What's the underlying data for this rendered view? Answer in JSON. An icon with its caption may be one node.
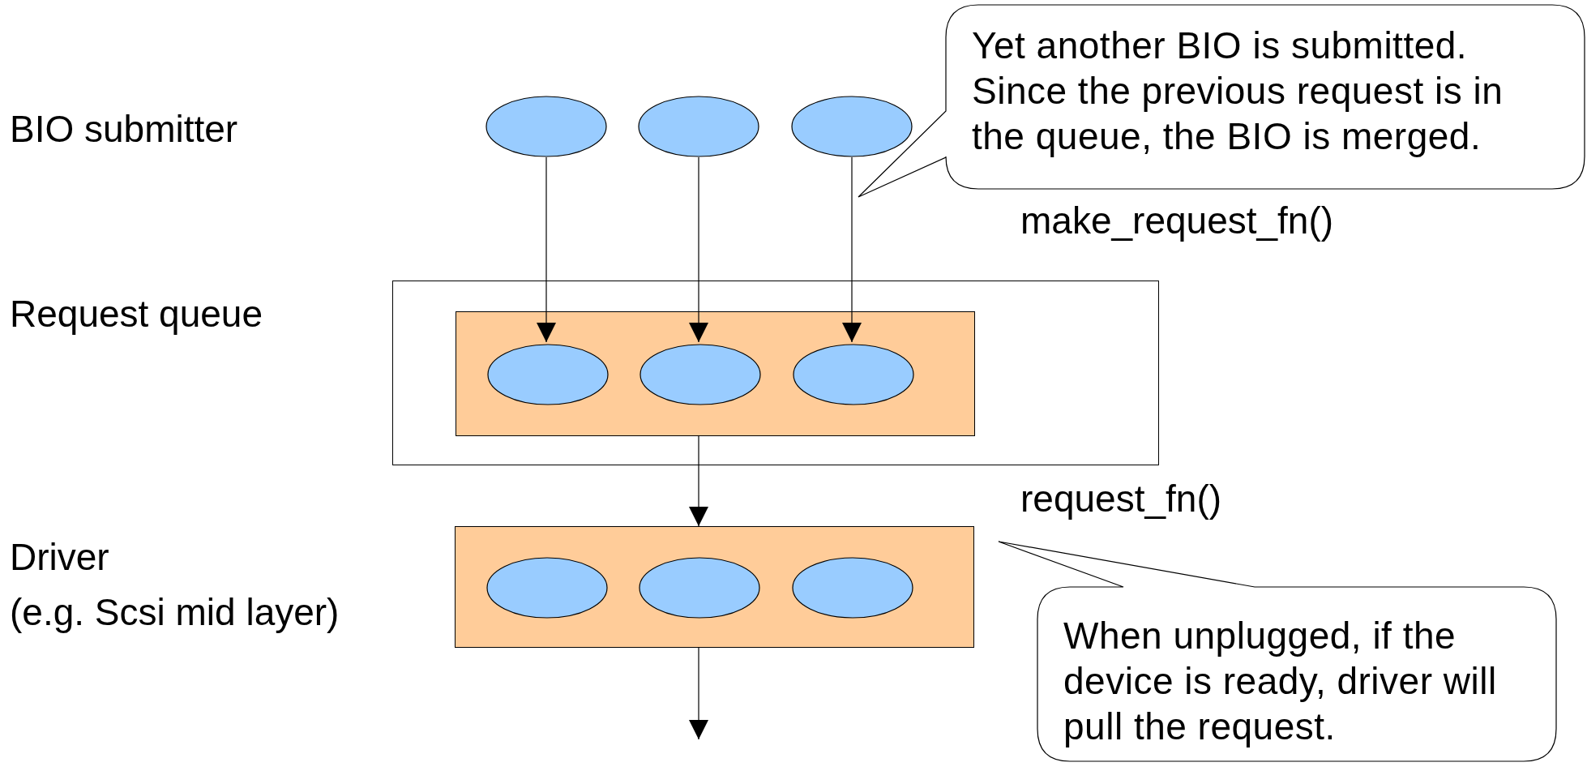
{
  "diagram": {
    "nodes": [
      {
        "text": [],
        "shape": "ellipse"
      },
      {
        "text": [],
        "shape": "ellipse"
      },
      {
        "text": [],
        "shape": "ellipse"
      },
      {
        "text": [],
        "shape": "box"
      },
      {
        "text": [],
        "shape": "box",
        "in": 3
      },
      {
        "text": [],
        "shape": "ellipse",
        "in": 4
      },
      {
        "text": [],
        "shape": "ellipse",
        "in": 4
      },
      {
        "text": [],
        "shape": "ellipse",
        "in": 4
      },
      {
        "text": [],
        "shape": "box"
      },
      {
        "text": [],
        "shape": "ellipse",
        "in": 8
      },
      {
        "text": [],
        "shape": "ellipse",
        "in": 8
      },
      {
        "text": [],
        "shape": "ellipse",
        "in": 8
      },
      {
        "text": [
          "Yet another BIO is submitted. Since the previous request is in the queue, the BIO is merged."
        ]
      },
      {
        "text": [
          "When unplugged, if the device is ready, driver will pull the request."
        ]
      }
    ],
    "edges": [
      {
        "from": 0,
        "to": 5,
        "arrow": "to"
      },
      {
        "from": 1,
        "to": 6,
        "arrow": "to"
      },
      {
        "from": 2,
        "to": 7,
        "arrow": "to"
      },
      {
        "from": 4,
        "to": 8,
        "arrow": "to"
      },
      {
        "from": 8,
        "to": null,
        "arrow": "to"
      }
    ],
    "labels": [
      "BIO submitter",
      "make_request_fn()",
      "Request queue",
      "request_fn()",
      "Driver",
      "(e.g. Scsi mid layer)"
    ]
  }
}
